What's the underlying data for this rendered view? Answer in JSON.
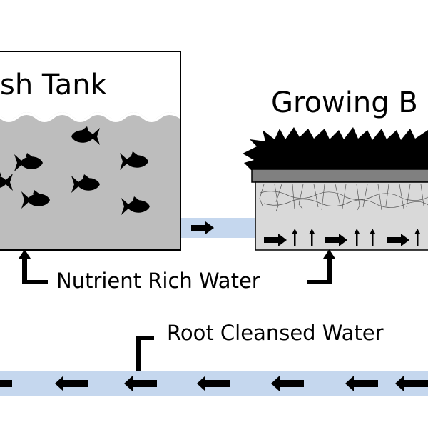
{
  "labels": {
    "fish_tank": "sh Tank",
    "growing_bed": "Growing B",
    "nutrient_rich_water": "Nutrient Rich Water",
    "root_cleansed_water": "Root Cleansed Water"
  },
  "colors": {
    "water": "#bdbdbd",
    "pipe": "#c5d7ee",
    "bed_lid": "#808080",
    "bed_fill": "#d9d9d9",
    "ink": "#000000"
  },
  "icons": [
    "fish-icon",
    "plant-icon",
    "roots-icon",
    "flow-arrow-icon"
  ]
}
